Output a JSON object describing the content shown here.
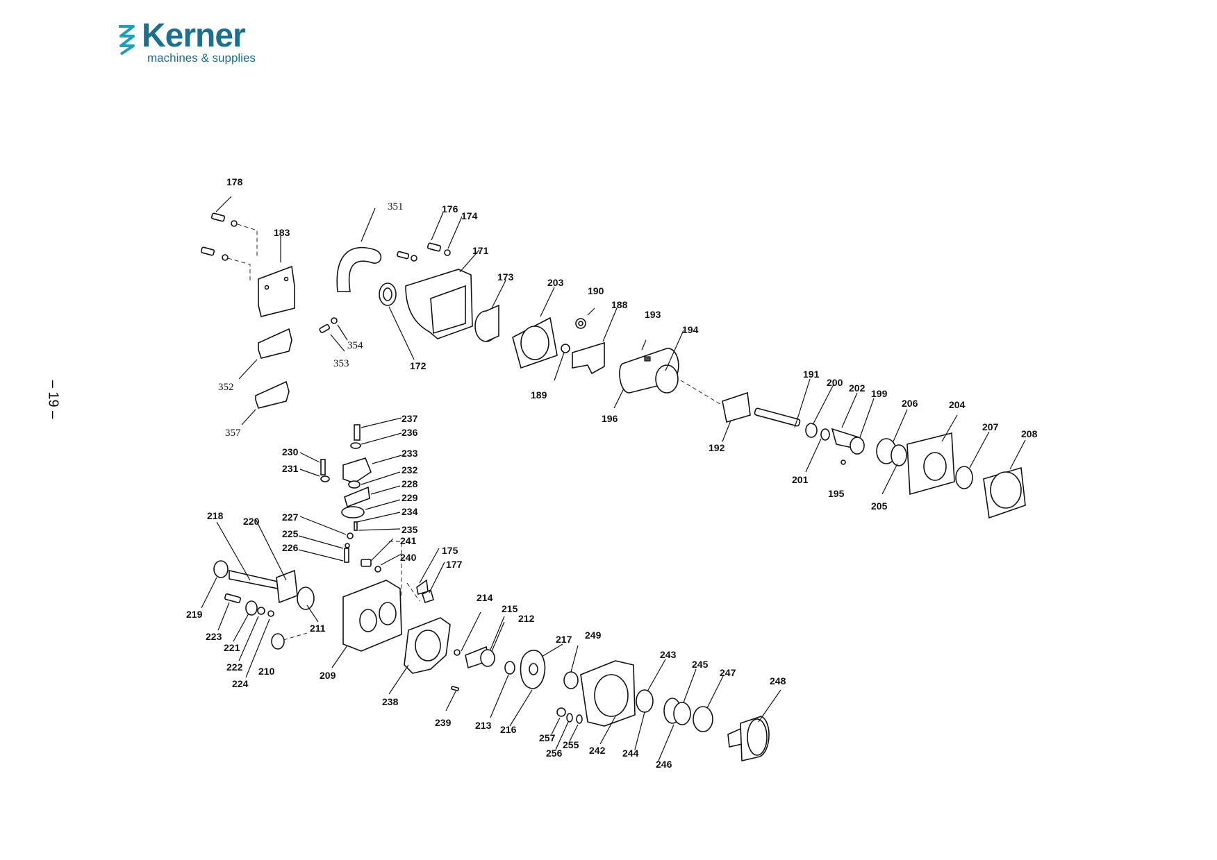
{
  "brand": {
    "name": "Kerner",
    "tagline": "machines & supplies",
    "color": "#1b6f8f"
  },
  "page_number": "– 19 –",
  "part_labels": [
    {
      "id": "178"
    },
    {
      "id": "183"
    },
    {
      "id": "351"
    },
    {
      "id": "176"
    },
    {
      "id": "174"
    },
    {
      "id": "171"
    },
    {
      "id": "173"
    },
    {
      "id": "203"
    },
    {
      "id": "190"
    },
    {
      "id": "188"
    },
    {
      "id": "193"
    },
    {
      "id": "194"
    },
    {
      "id": "354"
    },
    {
      "id": "353"
    },
    {
      "id": "172"
    },
    {
      "id": "189"
    },
    {
      "id": "196"
    },
    {
      "id": "352"
    },
    {
      "id": "357"
    },
    {
      "id": "191"
    },
    {
      "id": "200"
    },
    {
      "id": "202"
    },
    {
      "id": "199"
    },
    {
      "id": "206"
    },
    {
      "id": "204"
    },
    {
      "id": "207"
    },
    {
      "id": "208"
    },
    {
      "id": "192"
    },
    {
      "id": "201"
    },
    {
      "id": "195"
    },
    {
      "id": "205"
    },
    {
      "id": "237"
    },
    {
      "id": "236"
    },
    {
      "id": "230"
    },
    {
      "id": "233"
    },
    {
      "id": "231"
    },
    {
      "id": "232"
    },
    {
      "id": "228"
    },
    {
      "id": "229"
    },
    {
      "id": "234"
    },
    {
      "id": "218"
    },
    {
      "id": "220"
    },
    {
      "id": "227"
    },
    {
      "id": "235"
    },
    {
      "id": "225"
    },
    {
      "id": "241"
    },
    {
      "id": "226"
    },
    {
      "id": "175"
    },
    {
      "id": "240"
    },
    {
      "id": "177"
    },
    {
      "id": "219"
    },
    {
      "id": "214"
    },
    {
      "id": "215"
    },
    {
      "id": "212"
    },
    {
      "id": "211"
    },
    {
      "id": "223"
    },
    {
      "id": "221"
    },
    {
      "id": "217"
    },
    {
      "id": "249"
    },
    {
      "id": "222"
    },
    {
      "id": "243"
    },
    {
      "id": "210"
    },
    {
      "id": "224"
    },
    {
      "id": "209"
    },
    {
      "id": "245"
    },
    {
      "id": "247"
    },
    {
      "id": "248"
    },
    {
      "id": "238"
    },
    {
      "id": "239"
    },
    {
      "id": "213"
    },
    {
      "id": "216"
    },
    {
      "id": "257"
    },
    {
      "id": "255"
    },
    {
      "id": "242"
    },
    {
      "id": "244"
    },
    {
      "id": "256"
    },
    {
      "id": "246"
    }
  ]
}
